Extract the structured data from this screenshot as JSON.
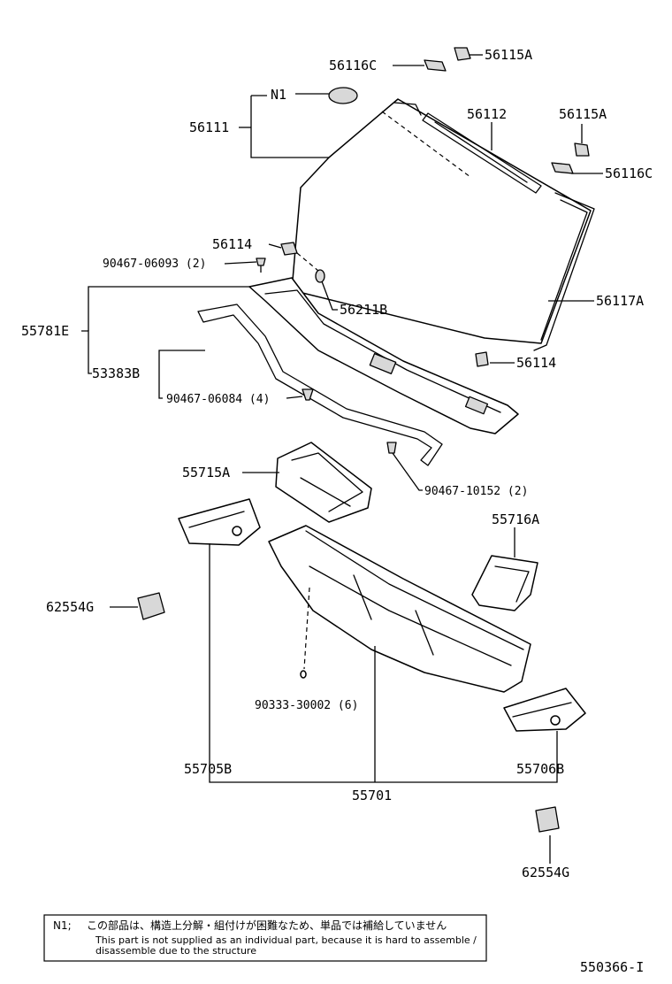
{
  "diagram": {
    "labels": {
      "p56116C_top": "56116C",
      "p56115A_top": "56115A",
      "n1": "N1",
      "p56111": "56111",
      "p56112": "56112",
      "p56115A_right": "56115A",
      "p56116C_right": "56116C",
      "p56114_top": "56114",
      "p90467_06093": "90467-06093 (2)",
      "p56211B": "56211B",
      "p56117A": "56117A",
      "p55781E": "55781E",
      "p53383B": "53383B",
      "p56114_mid": "56114",
      "p90467_06084": "90467-06084 (4)",
      "p55715A": "55715A",
      "p90467_10152": "90467-10152 (2)",
      "p55716A": "55716A",
      "p62554G_left": "62554G",
      "p90333_30002": "90333-30002 (6)",
      "p55705B": "55705B",
      "p55706B": "55706B",
      "p55701": "55701",
      "p62554G_bottom": "62554G"
    },
    "note": {
      "marker": "N1;",
      "jp": "この部品は、構造上分解・組付けが困難なため、単品では補給していません",
      "en_line1": "This part is not supplied as an individual part, because it is hard to assemble /",
      "en_line2": "disassemble due to the structure"
    },
    "doc_id": "550366-I"
  }
}
